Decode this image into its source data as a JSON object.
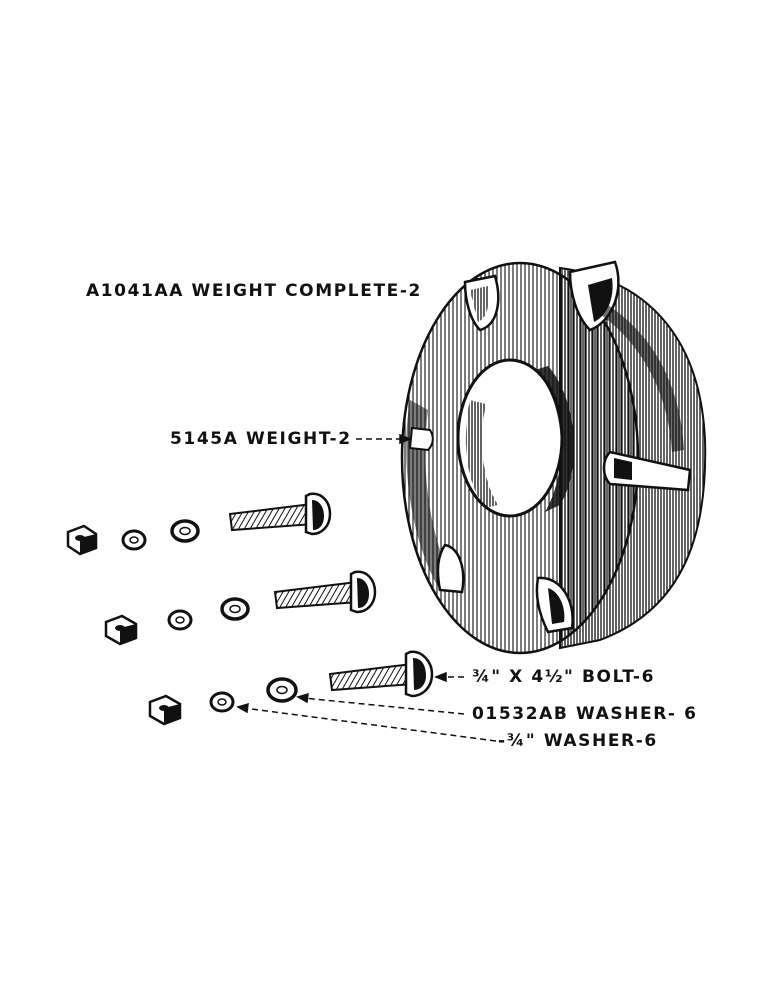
{
  "colors": {
    "ink": "#111111",
    "paper": "#ffffff"
  },
  "labels": {
    "weight_complete": "A1041AA WEIGHT COMPLETE-2",
    "weight": "5145A WEIGHT-2",
    "bolt": "¾\" X 4½\" BOLT-6",
    "washer_part": "01532AB WASHER- 6",
    "washer_small": "-¾\" WASHER-6"
  }
}
